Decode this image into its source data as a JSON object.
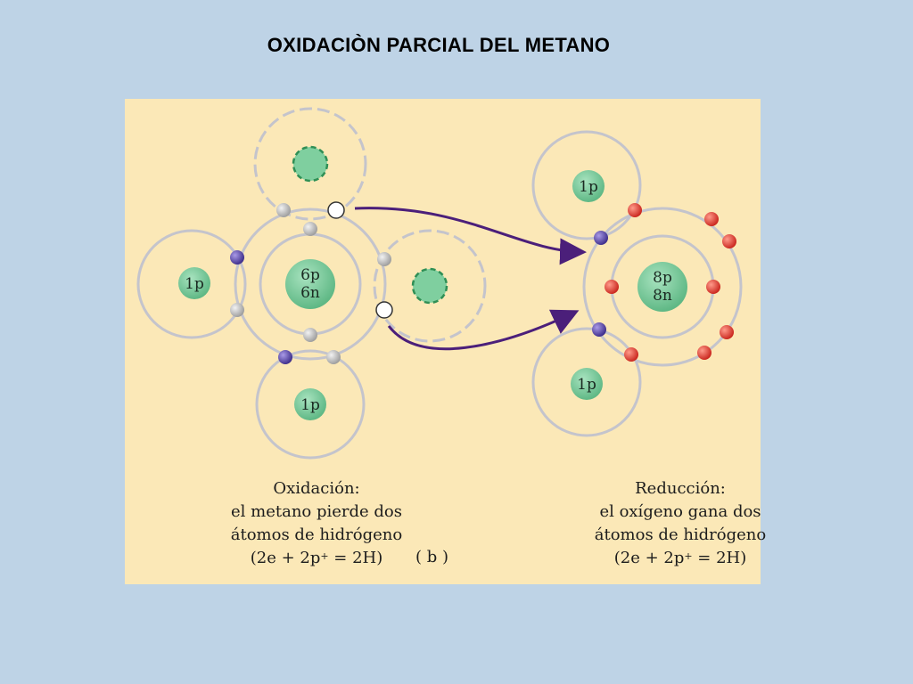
{
  "title": "OXIDACIÒN PARCIAL DEL METANO",
  "carbon": {
    "line1": "6p",
    "line2": "6n"
  },
  "oxygen": {
    "line1": "8p",
    "line2": "8n"
  },
  "hydrogen_label": "1p",
  "oxidation": {
    "heading": "Oxidación:",
    "line1": "el metano pierde dos",
    "line2": "átomos de hidrógeno",
    "formula_a": "(2e + 2p",
    "formula_b": " = 2H)"
  },
  "reduction": {
    "heading": "Reducción:",
    "line1": "el oxígeno gana dos",
    "line2": "átomos de hidrógeno",
    "formula_a": "(2e + 2p",
    "formula_b": " = 2H)"
  },
  "figure_label": "( b )",
  "colors": {
    "background": "#bed3e6",
    "figure_bg": "#fbe8b7",
    "nucleus": "#7fcf9f",
    "orbit": "#c4c4cc",
    "electron_gray": "#b5b5b5",
    "electron_purple": "#4a3a9a",
    "electron_red": "#e0362a",
    "arrow": "#4b1f7a"
  }
}
